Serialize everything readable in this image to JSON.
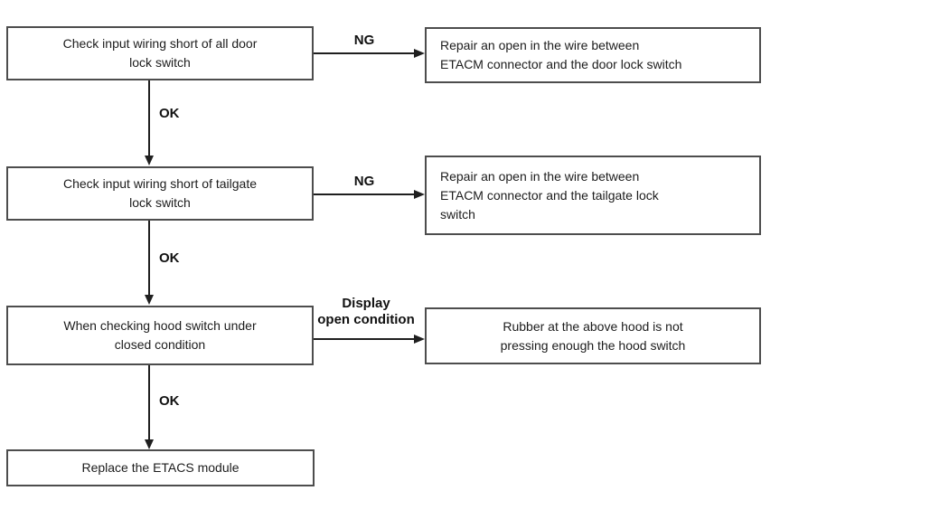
{
  "flowchart": {
    "title_hint": "ETACS door lock diagnostic flowchart",
    "steps": [
      {
        "lines": [
          "Check input wiring short of all door",
          "lock switch"
        ]
      },
      {
        "lines": [
          "Check input wiring short of tailgate",
          "lock switch"
        ]
      },
      {
        "lines": [
          "When checking hood switch under",
          "closed condition"
        ]
      },
      {
        "lines": [
          "Replace the ETACS module"
        ]
      }
    ],
    "results": [
      {
        "lines": [
          "Repair an open in the wire between",
          "ETACM connector and the door lock switch"
        ]
      },
      {
        "lines": [
          "Repair an open in the wire between",
          "ETACM connector and the tailgate lock",
          "switch"
        ]
      },
      {
        "lines": [
          "Rubber at the above hood is not",
          "pressing enough the hood switch"
        ]
      }
    ],
    "edge_labels": {
      "ng_1": "NG",
      "ng_2": "NG",
      "ok_1": "OK",
      "ok_2": "OK",
      "ok_3": "OK",
      "display_line_1": "Display",
      "display_line_2": "open condition"
    },
    "colors": {
      "background": "#ffffff",
      "box_border": "#4d4d4d",
      "connector": "#1f1f1f",
      "text": "#1c1c1c"
    }
  }
}
